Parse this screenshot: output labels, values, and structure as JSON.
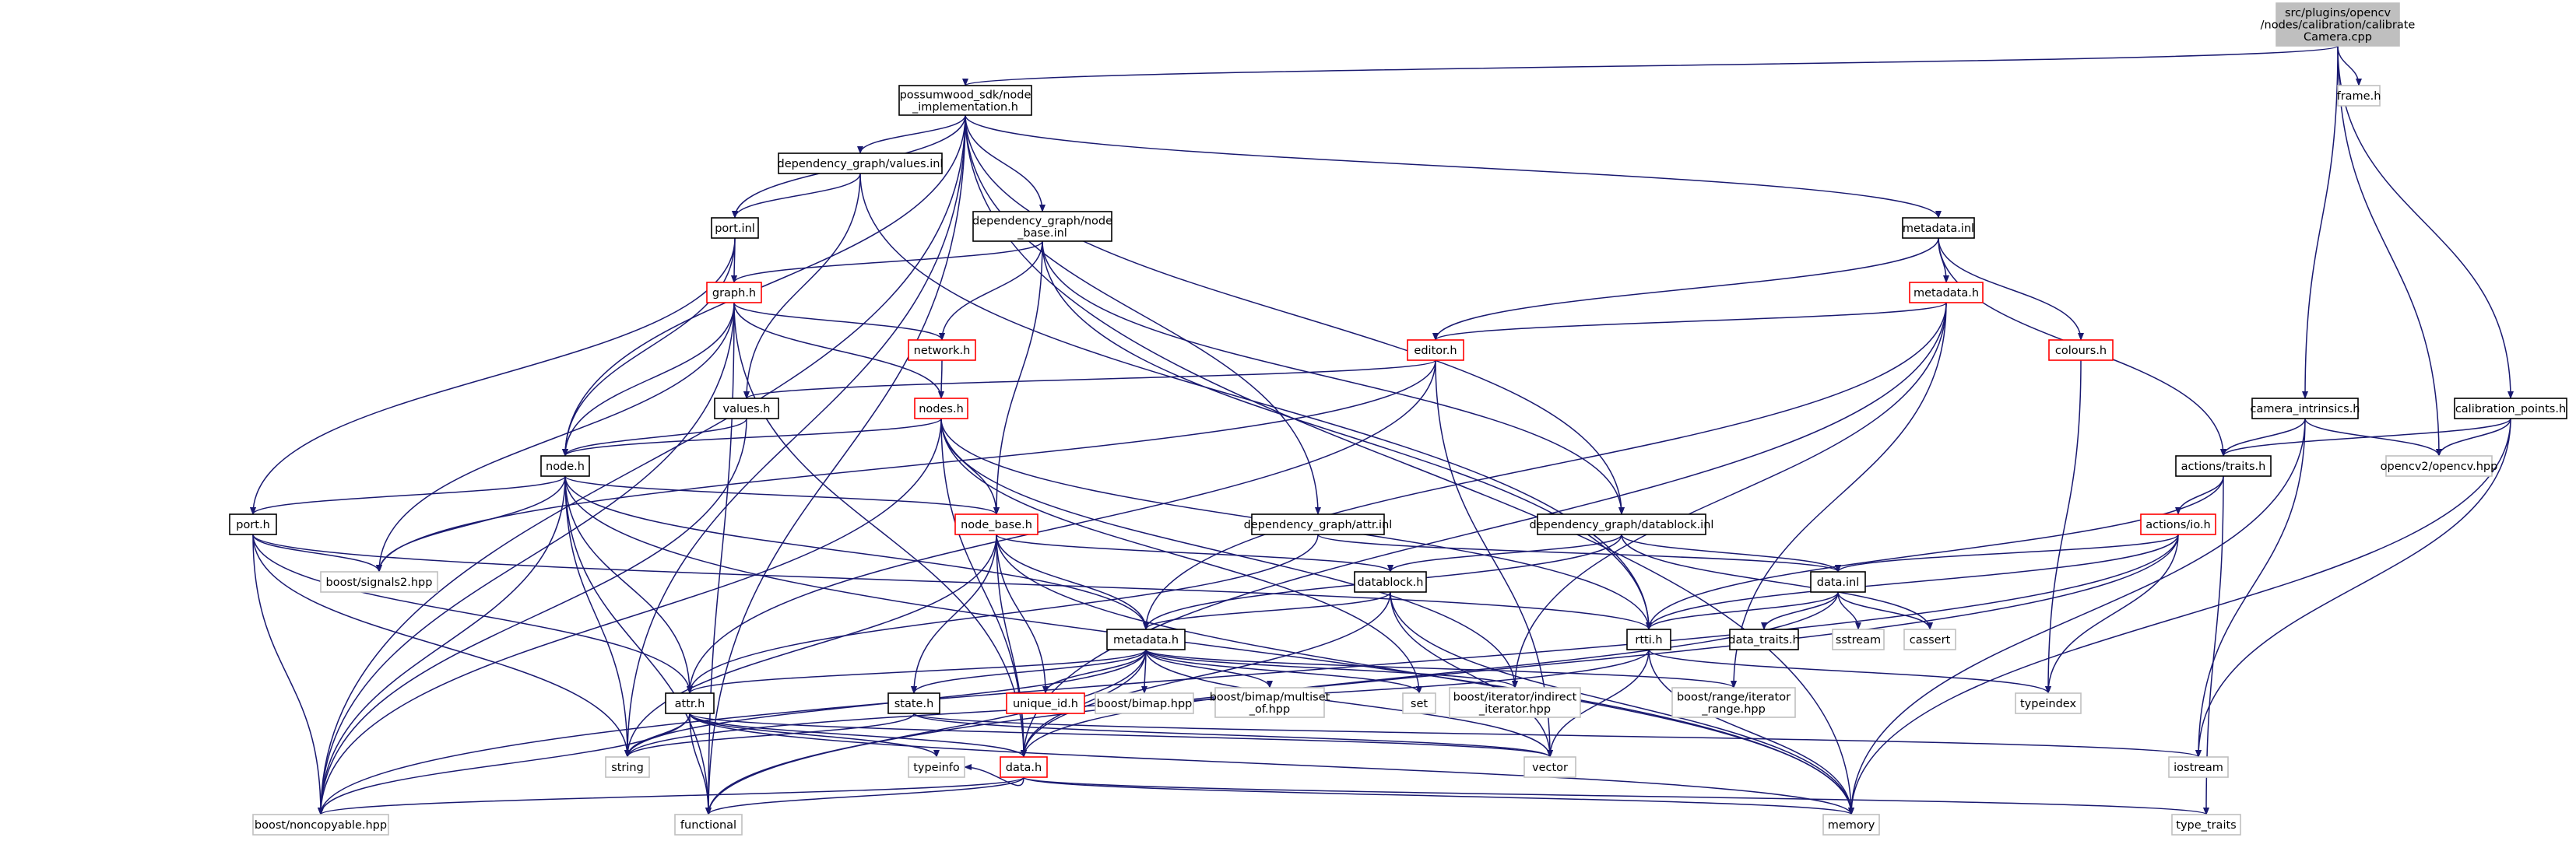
{
  "diagram": {
    "title": "",
    "colors": {
      "edge": "#191970",
      "border_default": "#000000",
      "border_linked": "#ff0000",
      "border_external": "#bfbfbf",
      "root_fill": "#bfbfbf",
      "text": "#000000"
    },
    "nodes": [
      {
        "id": "root",
        "lines": [
          "src/plugins/opencv",
          "/nodes/calibration/calibrate",
          "Camera.cpp"
        ],
        "kind": "root"
      },
      {
        "id": "possumwood",
        "lines": [
          "possumwood_sdk/node",
          "_implementation.h"
        ],
        "kind": "default"
      },
      {
        "id": "frame",
        "lines": [
          "frame.h"
        ],
        "kind": "external"
      },
      {
        "id": "values_inl",
        "lines": [
          "dependency_graph/values.inl"
        ],
        "kind": "default"
      },
      {
        "id": "port_inl",
        "lines": [
          "port.inl"
        ],
        "kind": "default"
      },
      {
        "id": "node_base_inl",
        "lines": [
          "dependency_graph/node",
          "_base.inl"
        ],
        "kind": "default"
      },
      {
        "id": "metadata_inl",
        "lines": [
          "metadata.inl"
        ],
        "kind": "default"
      },
      {
        "id": "graph_h",
        "lines": [
          "graph.h"
        ],
        "kind": "linked"
      },
      {
        "id": "network_h",
        "lines": [
          "network.h"
        ],
        "kind": "linked"
      },
      {
        "id": "metadata_h_top",
        "lines": [
          "metadata.h"
        ],
        "kind": "linked"
      },
      {
        "id": "editor_h",
        "lines": [
          "editor.h"
        ],
        "kind": "linked"
      },
      {
        "id": "colours_h",
        "lines": [
          "colours.h"
        ],
        "kind": "linked"
      },
      {
        "id": "values_h",
        "lines": [
          "values.h"
        ],
        "kind": "default"
      },
      {
        "id": "nodes_h",
        "lines": [
          "nodes.h"
        ],
        "kind": "linked"
      },
      {
        "id": "camera_intrinsics",
        "lines": [
          "camera_intrinsics.h"
        ],
        "kind": "default"
      },
      {
        "id": "calibration_points",
        "lines": [
          "calibration_points.h"
        ],
        "kind": "default"
      },
      {
        "id": "node_h",
        "lines": [
          "node.h"
        ],
        "kind": "default"
      },
      {
        "id": "actions_traits",
        "lines": [
          "actions/traits.h"
        ],
        "kind": "default"
      },
      {
        "id": "opencv_hpp",
        "lines": [
          "opencv2/opencv.hpp"
        ],
        "kind": "external"
      },
      {
        "id": "port_h",
        "lines": [
          "port.h"
        ],
        "kind": "default"
      },
      {
        "id": "node_base_h",
        "lines": [
          "node_base.h"
        ],
        "kind": "linked"
      },
      {
        "id": "attr_inl",
        "lines": [
          "dependency_graph/attr.inl"
        ],
        "kind": "default"
      },
      {
        "id": "datablock_inl",
        "lines": [
          "dependency_graph/datablock.inl"
        ],
        "kind": "default"
      },
      {
        "id": "actions_io",
        "lines": [
          "actions/io.h"
        ],
        "kind": "linked"
      },
      {
        "id": "signals2",
        "lines": [
          "boost/signals2.hpp"
        ],
        "kind": "external"
      },
      {
        "id": "datablock_h",
        "lines": [
          "datablock.h"
        ],
        "kind": "default"
      },
      {
        "id": "data_inl",
        "lines": [
          "data.inl"
        ],
        "kind": "default"
      },
      {
        "id": "metadata_h",
        "lines": [
          "metadata.h"
        ],
        "kind": "default"
      },
      {
        "id": "rtti_h",
        "lines": [
          "rtti.h"
        ],
        "kind": "default"
      },
      {
        "id": "data_traits",
        "lines": [
          "data_traits.h"
        ],
        "kind": "default"
      },
      {
        "id": "sstream",
        "lines": [
          "sstream"
        ],
        "kind": "external"
      },
      {
        "id": "cassert",
        "lines": [
          "cassert"
        ],
        "kind": "external"
      },
      {
        "id": "attr_h",
        "lines": [
          "attr.h"
        ],
        "kind": "default"
      },
      {
        "id": "state_h",
        "lines": [
          "state.h"
        ],
        "kind": "default"
      },
      {
        "id": "unique_id",
        "lines": [
          "unique_id.h"
        ],
        "kind": "linked"
      },
      {
        "id": "bimap",
        "lines": [
          "boost/bimap.hpp"
        ],
        "kind": "external"
      },
      {
        "id": "bimap_multiset",
        "lines": [
          "boost/bimap/multiset",
          "_of.hpp"
        ],
        "kind": "external"
      },
      {
        "id": "set",
        "lines": [
          "set"
        ],
        "kind": "external"
      },
      {
        "id": "indirect_iter",
        "lines": [
          "boost/iterator/indirect",
          "_iterator.hpp"
        ],
        "kind": "external"
      },
      {
        "id": "range_iter",
        "lines": [
          "boost/range/iterator",
          "_range.hpp"
        ],
        "kind": "external"
      },
      {
        "id": "typeindex",
        "lines": [
          "typeindex"
        ],
        "kind": "external"
      },
      {
        "id": "string",
        "lines": [
          "string"
        ],
        "kind": "external"
      },
      {
        "id": "typeinfo",
        "lines": [
          "typeinfo"
        ],
        "kind": "external"
      },
      {
        "id": "data_h",
        "lines": [
          "data.h"
        ],
        "kind": "linked"
      },
      {
        "id": "vector",
        "lines": [
          "vector"
        ],
        "kind": "external"
      },
      {
        "id": "iostream",
        "lines": [
          "iostream"
        ],
        "kind": "external"
      },
      {
        "id": "noncopyable",
        "lines": [
          "boost/noncopyable.hpp"
        ],
        "kind": "external"
      },
      {
        "id": "functional",
        "lines": [
          "functional"
        ],
        "kind": "external"
      },
      {
        "id": "memory",
        "lines": [
          "memory"
        ],
        "kind": "external"
      },
      {
        "id": "type_traits",
        "lines": [
          "type_traits"
        ],
        "kind": "external"
      }
    ],
    "edges": [
      [
        "root",
        "possumwood"
      ],
      [
        "root",
        "frame"
      ],
      [
        "root",
        "camera_intrinsics"
      ],
      [
        "root",
        "calibration_points"
      ],
      [
        "root",
        "opencv_hpp"
      ],
      [
        "possumwood",
        "values_inl"
      ],
      [
        "possumwood",
        "port_inl"
      ],
      [
        "possumwood",
        "node_base_inl"
      ],
      [
        "possumwood",
        "metadata_inl"
      ],
      [
        "possumwood",
        "node_h"
      ],
      [
        "possumwood",
        "attr_inl"
      ],
      [
        "possumwood",
        "datablock_inl"
      ],
      [
        "possumwood",
        "noncopyable"
      ],
      [
        "possumwood",
        "string"
      ],
      [
        "possumwood",
        "functional"
      ],
      [
        "possumwood",
        "memory"
      ],
      [
        "values_inl",
        "port_inl"
      ],
      [
        "values_inl",
        "values_h"
      ],
      [
        "values_inl",
        "rtti_h"
      ],
      [
        "port_inl",
        "graph_h"
      ],
      [
        "port_inl",
        "node_h"
      ],
      [
        "port_inl",
        "port_h"
      ],
      [
        "node_base_inl",
        "graph_h"
      ],
      [
        "node_base_inl",
        "network_h"
      ],
      [
        "node_base_inl",
        "node_base_h"
      ],
      [
        "node_base_inl",
        "datablock_inl"
      ],
      [
        "node_base_inl",
        "rtti_h"
      ],
      [
        "metadata_inl",
        "metadata_h_top"
      ],
      [
        "metadata_inl",
        "editor_h"
      ],
      [
        "metadata_inl",
        "colours_h"
      ],
      [
        "metadata_inl",
        "actions_traits"
      ],
      [
        "graph_h",
        "network_h"
      ],
      [
        "graph_h",
        "nodes_h"
      ],
      [
        "graph_h",
        "node_h"
      ],
      [
        "graph_h",
        "signals2"
      ],
      [
        "graph_h",
        "noncopyable"
      ],
      [
        "graph_h",
        "data_h"
      ],
      [
        "graph_h",
        "functional"
      ],
      [
        "network_h",
        "nodes_h"
      ],
      [
        "metadata_h_top",
        "editor_h"
      ],
      [
        "metadata_h_top",
        "metadata_h"
      ],
      [
        "metadata_h_top",
        "indirect_iter"
      ],
      [
        "metadata_h_top",
        "range_iter"
      ],
      [
        "metadata_h_top",
        "data_h"
      ],
      [
        "editor_h",
        "values_h"
      ],
      [
        "editor_h",
        "signals2"
      ],
      [
        "editor_h",
        "attr_h"
      ],
      [
        "editor_h",
        "vector"
      ],
      [
        "colours_h",
        "typeindex"
      ],
      [
        "values_h",
        "node_h"
      ],
      [
        "values_h",
        "noncopyable"
      ],
      [
        "nodes_h",
        "node_h"
      ],
      [
        "nodes_h",
        "node_base_h"
      ],
      [
        "nodes_h",
        "noncopyable"
      ],
      [
        "nodes_h",
        "set"
      ],
      [
        "nodes_h",
        "indirect_iter"
      ],
      [
        "nodes_h",
        "data_h"
      ],
      [
        "nodes_h",
        "rtti_h"
      ],
      [
        "camera_intrinsics",
        "actions_traits"
      ],
      [
        "camera_intrinsics",
        "opencv_hpp"
      ],
      [
        "camera_intrinsics",
        "iostream"
      ],
      [
        "camera_intrinsics",
        "memory"
      ],
      [
        "calibration_points",
        "actions_traits"
      ],
      [
        "calibration_points",
        "opencv_hpp"
      ],
      [
        "calibration_points",
        "iostream"
      ],
      [
        "calibration_points",
        "memory"
      ],
      [
        "node_h",
        "port_h"
      ],
      [
        "node_h",
        "node_base_h"
      ],
      [
        "node_h",
        "signals2"
      ],
      [
        "node_h",
        "attr_h"
      ],
      [
        "node_h",
        "metadata_h"
      ],
      [
        "node_h",
        "noncopyable"
      ],
      [
        "node_h",
        "string"
      ],
      [
        "node_h",
        "functional"
      ],
      [
        "node_h",
        "memory"
      ],
      [
        "actions_traits",
        "actions_io"
      ],
      [
        "actions_traits",
        "rtti_h"
      ],
      [
        "actions_traits",
        "type_traits"
      ],
      [
        "port_h",
        "signals2"
      ],
      [
        "port_h",
        "attr_h"
      ],
      [
        "port_h",
        "string"
      ],
      [
        "port_h",
        "noncopyable"
      ],
      [
        "port_h",
        "rtti_h"
      ],
      [
        "node_base_h",
        "metadata_h"
      ],
      [
        "node_base_h",
        "state_h"
      ],
      [
        "node_base_h",
        "datablock_h"
      ],
      [
        "node_base_h",
        "unique_id"
      ],
      [
        "node_base_h",
        "string"
      ],
      [
        "node_base_h",
        "memory"
      ],
      [
        "node_base_h",
        "data_h"
      ],
      [
        "attr_inl",
        "attr_h"
      ],
      [
        "attr_inl",
        "data_inl"
      ],
      [
        "datablock_inl",
        "datablock_h"
      ],
      [
        "datablock_inl",
        "data_inl"
      ],
      [
        "datablock_inl",
        "metadata_h"
      ],
      [
        "datablock_inl",
        "cassert"
      ],
      [
        "actions_io",
        "data_inl"
      ],
      [
        "actions_io",
        "rtti_h"
      ],
      [
        "actions_io",
        "typeindex"
      ],
      [
        "actions_io",
        "functional"
      ],
      [
        "actions_io",
        "noncopyable"
      ],
      [
        "datablock_h",
        "metadata_h"
      ],
      [
        "datablock_h",
        "vector"
      ],
      [
        "datablock_h",
        "memory"
      ],
      [
        "datablock_h",
        "data_h"
      ],
      [
        "data_inl",
        "rtti_h"
      ],
      [
        "data_inl",
        "data_traits"
      ],
      [
        "data_inl",
        "sstream"
      ],
      [
        "data_inl",
        "cassert"
      ],
      [
        "data_inl",
        "data_h"
      ],
      [
        "metadata_h",
        "attr_h"
      ],
      [
        "metadata_h",
        "state_h"
      ],
      [
        "metadata_h",
        "unique_id"
      ],
      [
        "metadata_h",
        "bimap"
      ],
      [
        "metadata_h",
        "bimap_multiset"
      ],
      [
        "metadata_h",
        "set"
      ],
      [
        "metadata_h",
        "indirect_iter"
      ],
      [
        "metadata_h",
        "range_iter"
      ],
      [
        "metadata_h",
        "string"
      ],
      [
        "metadata_h",
        "vector"
      ],
      [
        "metadata_h",
        "functional"
      ],
      [
        "metadata_h",
        "data_h"
      ],
      [
        "rtti_h",
        "typeindex"
      ],
      [
        "rtti_h",
        "string"
      ],
      [
        "rtti_h",
        "memory"
      ],
      [
        "rtti_h",
        "vector"
      ],
      [
        "attr_h",
        "string"
      ],
      [
        "attr_h",
        "typeinfo"
      ],
      [
        "attr_h",
        "data_h"
      ],
      [
        "attr_h",
        "noncopyable"
      ],
      [
        "attr_h",
        "functional"
      ],
      [
        "attr_h",
        "vector"
      ],
      [
        "attr_h",
        "memory"
      ],
      [
        "state_h",
        "string"
      ],
      [
        "state_h",
        "vector"
      ],
      [
        "state_h",
        "iostream"
      ],
      [
        "data_h",
        "functional"
      ],
      [
        "data_h",
        "noncopyable"
      ],
      [
        "data_h",
        "memory"
      ],
      [
        "data_h",
        "typeinfo"
      ],
      [
        "data_h",
        "type_traits"
      ]
    ]
  }
}
